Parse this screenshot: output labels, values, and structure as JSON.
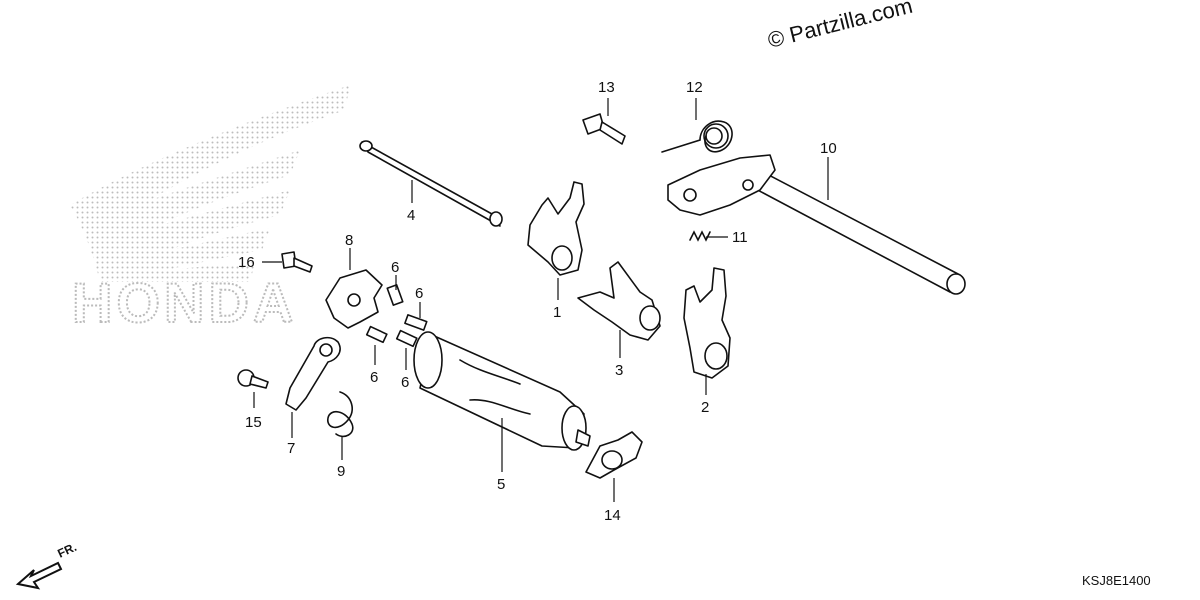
{
  "copyright": "© Partzilla.com",
  "diagram_code": "KSJ8E1400",
  "direction_label": "FR.",
  "brand_logo": "HONDA",
  "callouts": [
    {
      "id": "1",
      "label": "1"
    },
    {
      "id": "2",
      "label": "2"
    },
    {
      "id": "3",
      "label": "3"
    },
    {
      "id": "4",
      "label": "4"
    },
    {
      "id": "5",
      "label": "5"
    },
    {
      "id": "6a",
      "label": "6"
    },
    {
      "id": "6b",
      "label": "6"
    },
    {
      "id": "6c",
      "label": "6"
    },
    {
      "id": "6d",
      "label": "6"
    },
    {
      "id": "7",
      "label": "7"
    },
    {
      "id": "8",
      "label": "8"
    },
    {
      "id": "9",
      "label": "9"
    },
    {
      "id": "10",
      "label": "10"
    },
    {
      "id": "11",
      "label": "11"
    },
    {
      "id": "12",
      "label": "12"
    },
    {
      "id": "13",
      "label": "13"
    },
    {
      "id": "14",
      "label": "14"
    },
    {
      "id": "15",
      "label": "15"
    },
    {
      "id": "16",
      "label": "16"
    }
  ]
}
